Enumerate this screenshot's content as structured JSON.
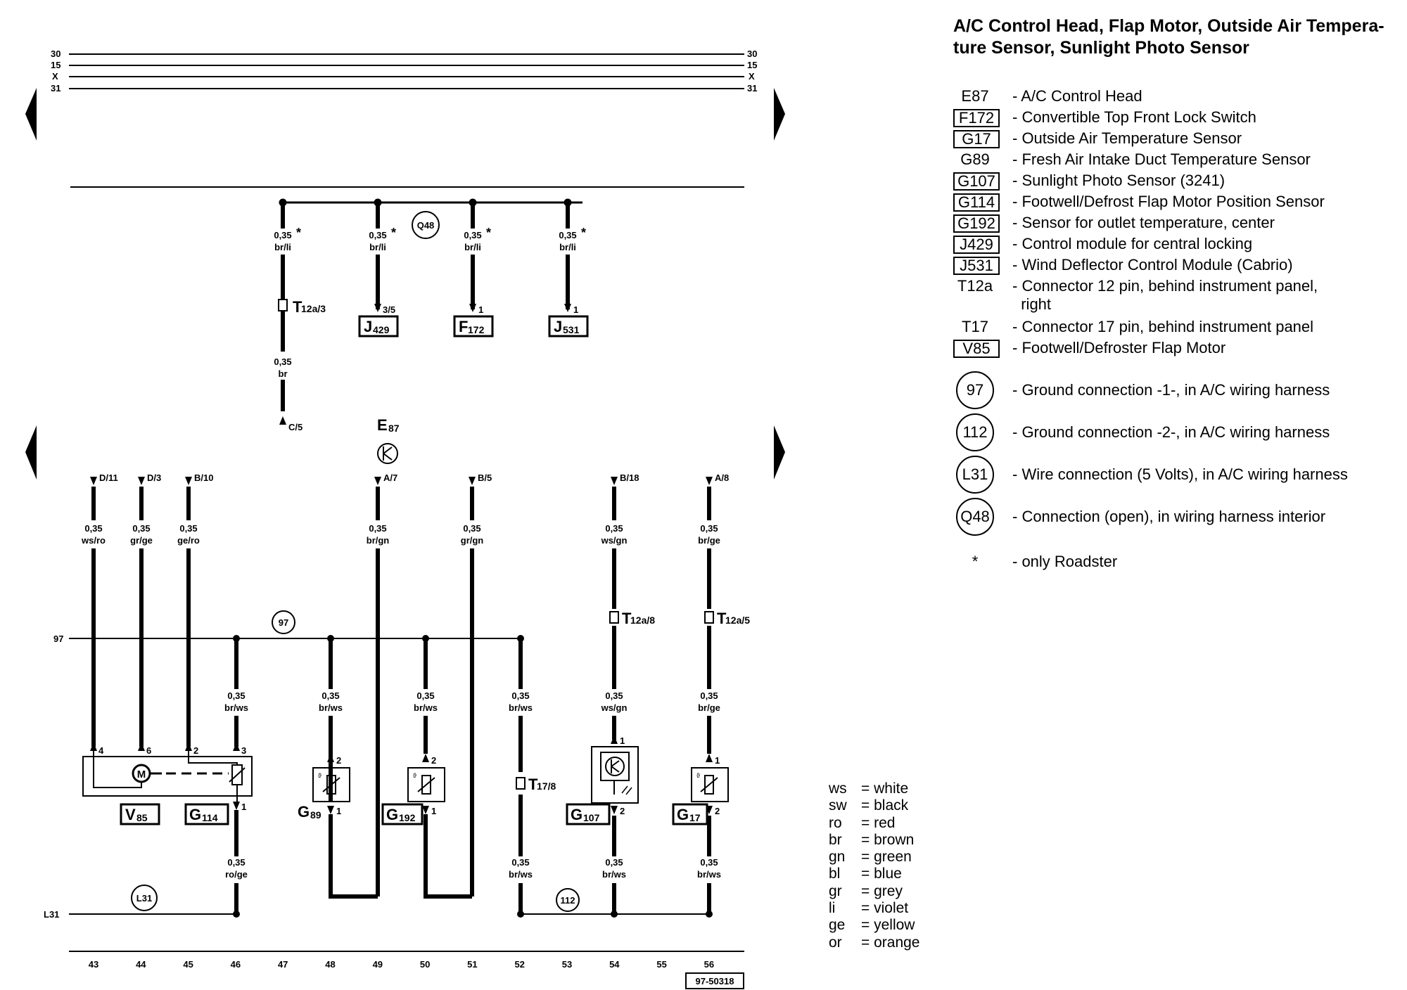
{
  "title": "A/C Control Head, Flap Motor, Outside Air Tempera-\nture Sensor, Sunlight Photo Sensor",
  "legend": [
    {
      "code": "E87",
      "style": "plain",
      "desc": "- A/C Control Head"
    },
    {
      "code": "F172",
      "style": "box",
      "desc": "- Convertible Top Front Lock Switch"
    },
    {
      "code": "G17",
      "style": "box",
      "desc": "- Outside Air Temperature Sensor"
    },
    {
      "code": "G89",
      "style": "plain",
      "desc": "- Fresh Air Intake Duct Temperature Sensor"
    },
    {
      "code": "G107",
      "style": "box",
      "desc": "- Sunlight Photo Sensor (3241)"
    },
    {
      "code": "G114",
      "style": "box",
      "desc": "- Footwell/Defrost Flap Motor Position Sensor"
    },
    {
      "code": "G192",
      "style": "box",
      "desc": "- Sensor for outlet temperature, center"
    },
    {
      "code": "J429",
      "style": "box",
      "desc": "- Control module for central locking"
    },
    {
      "code": "J531",
      "style": "box",
      "desc": "- Wind Deflector Control Module (Cabrio)"
    },
    {
      "code": "T12a",
      "style": "plain",
      "desc": "- Connector 12 pin, behind instrument panel,\n  right"
    },
    {
      "code": "T17",
      "style": "plain",
      "desc": "- Connector 17 pin, behind instrument panel"
    },
    {
      "code": "V85",
      "style": "box",
      "desc": "- Footwell/Defroster Flap Motor"
    },
    {
      "code": "97",
      "style": "circle",
      "desc": "- Ground connection -1-, in A/C wiring harness"
    },
    {
      "code": "112",
      "style": "circle",
      "desc": "- Ground connection -2-, in A/C wiring harness"
    },
    {
      "code": "L31",
      "style": "circle",
      "desc": "- Wire connection (5 Volts), in A/C wiring harness"
    },
    {
      "code": "Q48",
      "style": "circle",
      "desc": "- Connection (open), in wiring harness interior"
    },
    {
      "code": "*",
      "style": "plain",
      "desc": "- only Roadster"
    }
  ],
  "color_codes": [
    {
      "abbr": "ws",
      "name": "= white"
    },
    {
      "abbr": "sw",
      "name": "= black"
    },
    {
      "abbr": "ro",
      "name": "= red"
    },
    {
      "abbr": "br",
      "name": "= brown"
    },
    {
      "abbr": "gn",
      "name": "= green"
    },
    {
      "abbr": "bl",
      "name": "= blue"
    },
    {
      "abbr": "gr",
      "name": "= grey"
    },
    {
      "abbr": "li",
      "name": "= violet"
    },
    {
      "abbr": "ge",
      "name": "= yellow"
    },
    {
      "abbr": "or",
      "name": "= orange"
    }
  ],
  "diagram": {
    "rails": [
      "30",
      "15",
      "X",
      "31"
    ],
    "bus_97": "97",
    "bus_L31": "L31",
    "nodes": {
      "q48": "Q48",
      "n97": "97",
      "n112": "112",
      "l31": "L31"
    },
    "top_wires": [
      {
        "size": "0,35",
        "color": "br/li",
        "star": "*"
      },
      {
        "size": "0,35",
        "color": "br/li",
        "star": "*"
      },
      {
        "size": "0,35",
        "color": "br/li",
        "star": "*"
      },
      {
        "size": "0,35",
        "color": "br/li",
        "star": "*"
      }
    ],
    "wire_br": {
      "size": "0,35",
      "color": "br"
    },
    "t12a3": {
      "T": "T",
      "sub": "12a/3"
    },
    "c5": "C/5",
    "pins_top": {
      "j429": "3/5",
      "f172": "1",
      "j531": "1"
    },
    "top_comps": [
      {
        "main": "J",
        "sub": "429"
      },
      {
        "main": "F",
        "sub": "172"
      },
      {
        "main": "J",
        "sub": "531"
      }
    ],
    "e87": {
      "main": "E",
      "sub": "87"
    },
    "refs": [
      "D/11",
      "D/3",
      "B/10",
      "A/7",
      "B/5",
      "B/18",
      "A/8"
    ],
    "upper_wires": [
      {
        "size": "0,35",
        "color": "ws/ro"
      },
      {
        "size": "0,35",
        "color": "gr/ge"
      },
      {
        "size": "0,35",
        "color": "ge/ro"
      },
      {
        "size": "0,35",
        "color": "br/gn"
      },
      {
        "size": "0,35",
        "color": "gr/gn"
      },
      {
        "size": "0,35",
        "color": "ws/gn"
      },
      {
        "size": "0,35",
        "color": "br/ge"
      }
    ],
    "t12a8": {
      "T": "T",
      "sub": "12a/8"
    },
    "t12a5": {
      "T": "T",
      "sub": "12a/5"
    },
    "t178": {
      "T": "T",
      "sub": "17/8"
    },
    "lower_wires": [
      {
        "size": "0,35",
        "color": "br/ws"
      },
      {
        "size": "0,35",
        "color": "br/ws"
      },
      {
        "size": "0,35",
        "color": "br/ws"
      },
      {
        "size": "0,35",
        "color": "br/ws"
      },
      {
        "size": "0,35",
        "color": "ws/gn"
      },
      {
        "size": "0,35",
        "color": "br/ge"
      }
    ],
    "bottom_wires": [
      {
        "size": "0,35",
        "color": "ro/ge"
      },
      {
        "size": "0,35",
        "color": "br/ws"
      },
      {
        "size": "0,35",
        "color": "br/ws"
      },
      {
        "size": "0,35",
        "color": "br/ws"
      }
    ],
    "pins": {
      "p4": "4",
      "p6": "6",
      "p2": "2",
      "p3": "3",
      "p1": "1"
    },
    "comps": {
      "v85": {
        "main": "V",
        "sub": "85"
      },
      "g114": {
        "main": "G",
        "sub": "114"
      },
      "g89": {
        "main": "G",
        "sub": "89"
      },
      "g192": {
        "main": "G",
        "sub": "192"
      },
      "g107": {
        "main": "G",
        "sub": "107"
      },
      "g17": {
        "main": "G",
        "sub": "17"
      }
    },
    "motor_letter": "M",
    "tracks": [
      "43",
      "44",
      "45",
      "46",
      "47",
      "48",
      "49",
      "50",
      "51",
      "52",
      "53",
      "54",
      "55",
      "56"
    ],
    "ref_number": "97-50318"
  }
}
